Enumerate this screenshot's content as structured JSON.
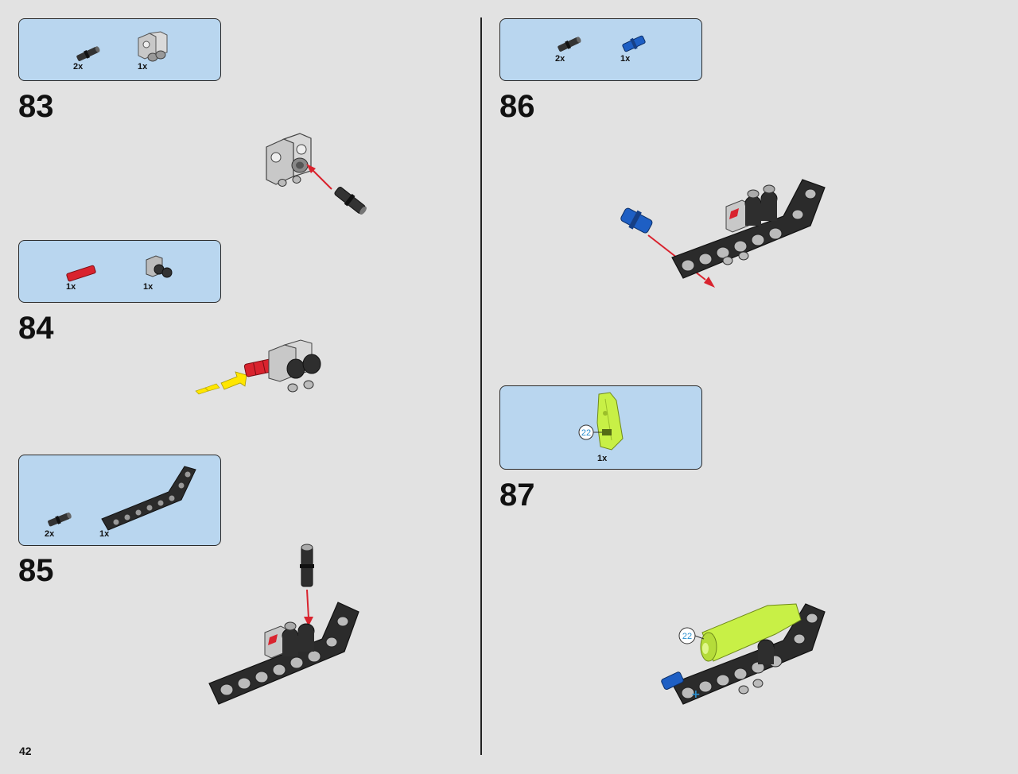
{
  "page": {
    "number": "42"
  },
  "steps": [
    {
      "number": "83",
      "parts": [
        {
          "name": "black-friction-pin",
          "qty": "2x"
        },
        {
          "name": "grey-double-pin-connector",
          "qty": "1x"
        }
      ]
    },
    {
      "number": "84",
      "parts": [
        {
          "name": "red-axle",
          "qty": "1x"
        },
        {
          "name": "dark-grey-double-pin-connector",
          "qty": "1x"
        }
      ]
    },
    {
      "number": "85",
      "parts": [
        {
          "name": "black-friction-pin",
          "qty": "2x"
        },
        {
          "name": "black-bent-liftarm",
          "qty": "1x"
        }
      ]
    },
    {
      "number": "86",
      "parts": [
        {
          "name": "black-friction-pin",
          "qty": "2x"
        },
        {
          "name": "blue-axle-pin",
          "qty": "1x"
        }
      ]
    },
    {
      "number": "87",
      "parts": [
        {
          "name": "lime-green-panel",
          "qty": "1x",
          "callout": "22"
        }
      ],
      "callout": "22"
    }
  ],
  "colors": {
    "parts_box_fill": "#b9d6ef",
    "arrow_red": "#d9232e",
    "arrow_yellow": "#ffe600",
    "lime_panel": "#c8f046",
    "blue_pin": "#1e5fc4",
    "liftarm_black": "#2b2b2b",
    "connector_grey": "#c8c8c8"
  }
}
